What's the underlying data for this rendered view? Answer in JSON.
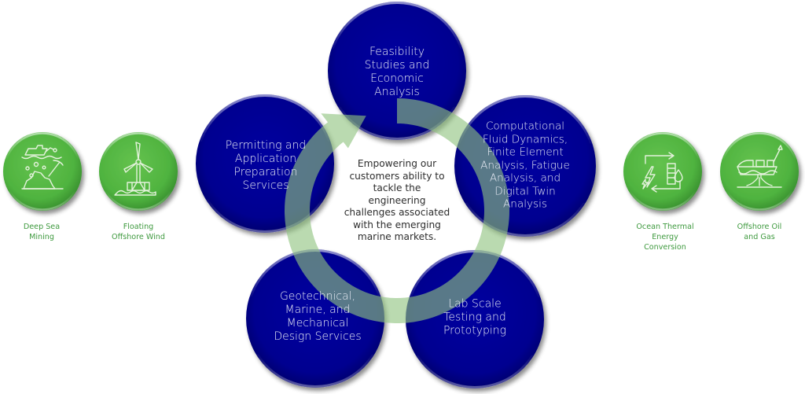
{
  "diagram": {
    "center_statement": [
      "Empowering our",
      "customers ability to",
      "tackle the",
      "engineering",
      "challenges associated",
      "with the emerging",
      "marine markets."
    ],
    "services": [
      {
        "id": "feasibility",
        "lines": [
          "Feasibility",
          "Studies and",
          "Economic",
          "Analysis"
        ]
      },
      {
        "id": "cfd",
        "lines": [
          "Computational",
          "Fluid Dynamics,",
          "Finite Element",
          "Analysis, Fatigue",
          "Analysis, and",
          "Digital Twin",
          "Analysis"
        ]
      },
      {
        "id": "lab",
        "lines": [
          "Lab Scale",
          "Testing and",
          "Prototyping"
        ]
      },
      {
        "id": "geotechnical",
        "lines": [
          "Geotechnical,",
          "Marine, and",
          "Mechanical",
          "Design Services"
        ]
      },
      {
        "id": "permitting",
        "lines": [
          "Permitting and",
          "Application",
          "Preparation",
          "Services"
        ]
      }
    ],
    "markets": [
      {
        "id": "deep-sea-mining",
        "icon": "deep-sea-mining-icon",
        "lines": [
          "Deep Sea",
          "Mining"
        ]
      },
      {
        "id": "floating-offshore-wind",
        "icon": "wind-turbine-icon",
        "lines": [
          "Floating",
          "Offshore Wind"
        ]
      },
      {
        "id": "ocean-thermal",
        "icon": "energy-conversion-icon",
        "lines": [
          "Ocean Thermal",
          "Energy",
          "Conversion"
        ]
      },
      {
        "id": "offshore-oil-gas",
        "icon": "offshore-platform-icon",
        "lines": [
          "Offshore Oil",
          "and Gas"
        ]
      }
    ],
    "colors": {
      "service_circle": "#02028f",
      "market_circle": "#4fb33f",
      "ring": "#8fc47f",
      "market_label": "#3f9a3f",
      "center_text": "#2d2d2d"
    }
  }
}
